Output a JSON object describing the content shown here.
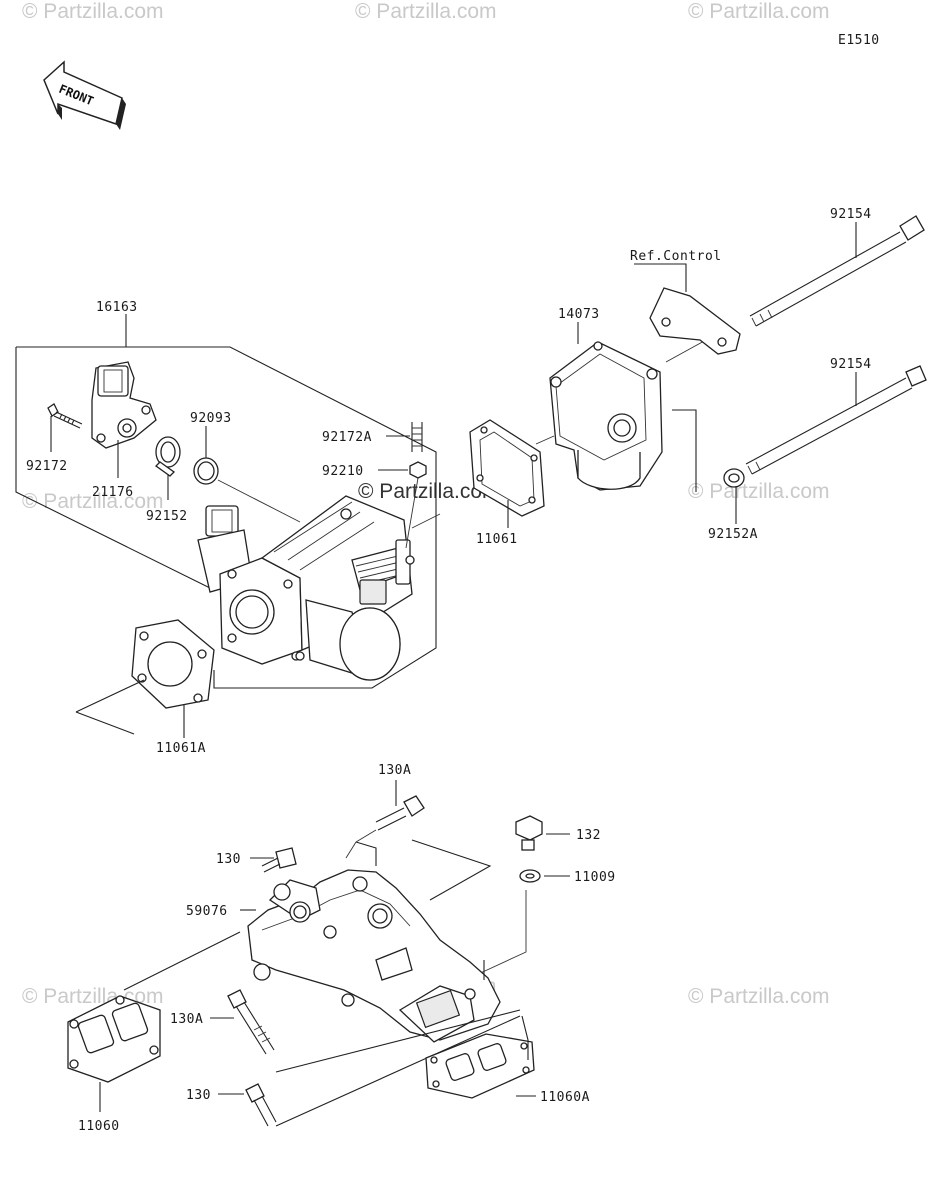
{
  "diagram": {
    "code": "E1510",
    "front_label": "FRONT",
    "ref_label": "Ref.Control",
    "watermark": "© Partzilla.com",
    "parts": {
      "p16163": "16163",
      "p92172": "92172",
      "p21176": "21176",
      "p92093": "92093",
      "p92152": "92152",
      "p92172A": "92172A",
      "p92210": "92210",
      "p11061": "11061",
      "p14073": "14073",
      "p92154_top": "92154",
      "p92154_mid": "92154",
      "p92152A": "92152A",
      "p11061A": "11061A",
      "p130A_top": "130A",
      "p132": "132",
      "p130_top": "130",
      "p11009": "11009",
      "p59076": "59076",
      "p130A_bot": "130A",
      "p130_bot": "130",
      "p11060": "11060",
      "p11060A": "11060A"
    }
  }
}
